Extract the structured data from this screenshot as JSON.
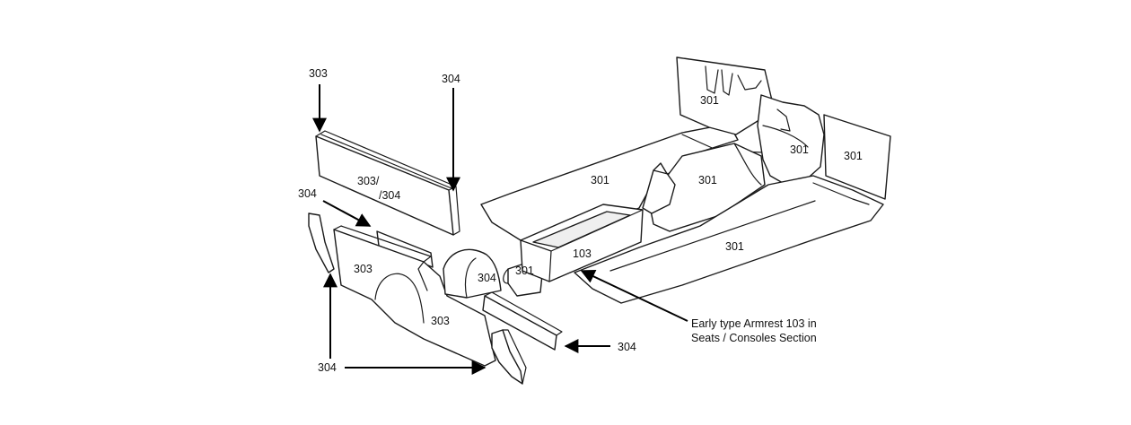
{
  "labels": {
    "upper_303": "303",
    "upper_304": "304",
    "side_panel_a": "303/",
    "side_panel_b": "/304",
    "left_304": "304",
    "panel_303_upper": "303",
    "panel_303_lower": "303",
    "wheel_304": "304",
    "tunnel_301": "301",
    "armrest_103": "103",
    "floor_301_left": "301",
    "floor_301_mid": "301",
    "floor_301_front": "301",
    "firewall_301": "301",
    "kick_301": "301",
    "side_301": "301",
    "bottom_304": "304",
    "right_304": "304"
  },
  "note": {
    "line1": "Early type Armrest 103 in",
    "line2": "Seats / Consoles Section"
  }
}
